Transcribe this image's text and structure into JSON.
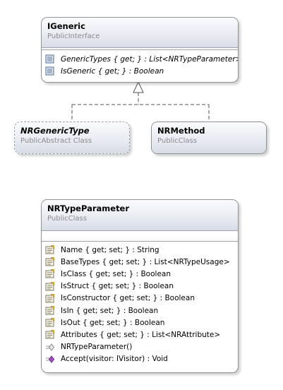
{
  "classes": {
    "igeneric": {
      "name": "IGeneric",
      "stereotype": "PublicInterface",
      "members": [
        {
          "text": "GenericTypes { get; } : List<NRTypeParameter>",
          "icon": "interface-property-icon"
        },
        {
          "text": "IsGeneric { get; } : Boolean",
          "icon": "interface-property-icon"
        }
      ]
    },
    "nrgenerictype": {
      "name": "NRGenericType",
      "stereotype": "PublicAbstract Class"
    },
    "nrmethod": {
      "name": "NRMethod",
      "stereotype": "PublicClass"
    },
    "nrtypeparameter": {
      "name": "NRTypeParameter",
      "stereotype": "PublicClass",
      "members": [
        {
          "text": "Name { get; set; } : String",
          "icon": "property-icon"
        },
        {
          "text": "BaseTypes { get; set; } : List<NRTypeUsage>",
          "icon": "property-icon"
        },
        {
          "text": "IsClass { get; set; } : Boolean",
          "icon": "property-icon"
        },
        {
          "text": "IsStruct { get; set; } : Boolean",
          "icon": "property-icon"
        },
        {
          "text": "IsConstructor { get; set; } : Boolean",
          "icon": "property-icon"
        },
        {
          "text": "IsIn { get; set; } : Boolean",
          "icon": "property-icon"
        },
        {
          "text": "IsOut { get; set; } : Boolean",
          "icon": "property-icon"
        },
        {
          "text": "Attributes { get; set; } : List<NRAttribute>",
          "icon": "property-icon"
        },
        {
          "text": "NRTypeParameter()",
          "icon": "constructor-icon"
        },
        {
          "text": "Accept(visitor: IVisitor) : Void",
          "icon": "method-icon"
        }
      ]
    }
  },
  "colors": {
    "header_gradient_top": "#fbfbfd",
    "header_gradient_bottom": "#d7dce6",
    "border": "#8f9297",
    "stereotype_text": "#888a8e",
    "method_icon": "#a24ec6",
    "property_icon": "#e3b43a"
  }
}
